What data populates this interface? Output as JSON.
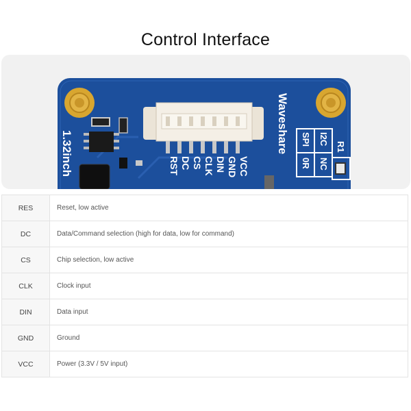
{
  "page": {
    "title": "Control Interface"
  },
  "board": {
    "brand": "Waveshare",
    "model": "1.32inch",
    "pin_labels": [
      "RST",
      "DC",
      "CS",
      "CLK",
      "DIN",
      "GND",
      "VCC"
    ],
    "jumper_labels": [
      "SPI",
      "I2C",
      "0R",
      "NC"
    ],
    "resistor_label": "R1",
    "colors": {
      "pcb": "#1c4f9c",
      "pad": "#d8a630",
      "connector": "#f4efe6"
    }
  },
  "pins": [
    {
      "name": "RES",
      "description": "Reset, low active"
    },
    {
      "name": "DC",
      "description": "Data/Command selection (high for data, low for command)"
    },
    {
      "name": "CS",
      "description": "Chip selection, low active"
    },
    {
      "name": "CLK",
      "description": "Clock input"
    },
    {
      "name": "DIN",
      "description": "Data input"
    },
    {
      "name": "GND",
      "description": "Ground"
    },
    {
      "name": "VCC",
      "description": "Power (3.3V / 5V input)"
    }
  ]
}
